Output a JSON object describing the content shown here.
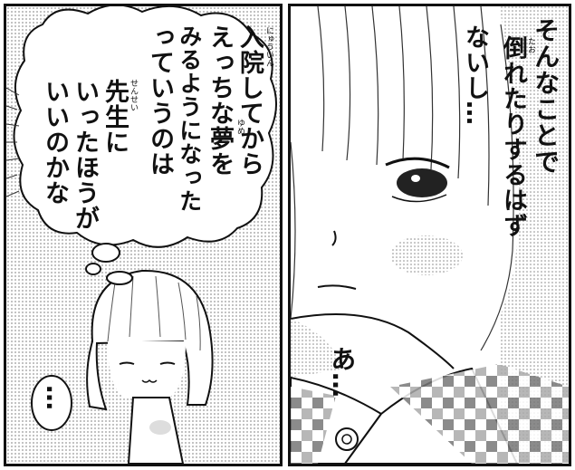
{
  "left_panel": {
    "bubble_lines": [
      "入院してから",
      "えっちな夢を",
      "みるようになった",
      "っていうのは",
      "先生に",
      "いったほうが",
      "いいのかな"
    ],
    "ruby_nyuuin": "にゅういん",
    "ruby_yume": "ゆめ",
    "ruby_sensei": "せんせい",
    "small_bubble_text": "…"
  },
  "right_panel": {
    "caption_lines": [
      "そんなことで",
      "倒れたりするはず",
      "ないし…"
    ],
    "ruby_tao": "たお",
    "speech_text": "あ…"
  }
}
